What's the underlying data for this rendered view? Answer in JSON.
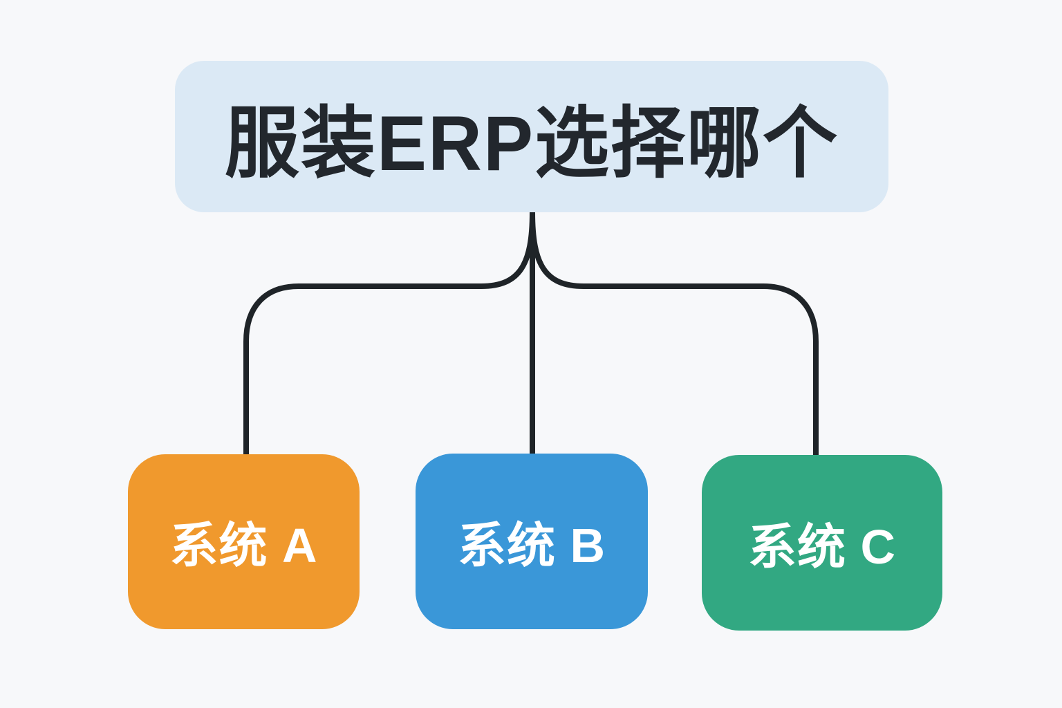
{
  "canvas": {
    "background": "#f7f8fa"
  },
  "diagram": {
    "title": {
      "label": "服装ERP选择哪个",
      "bg": "#dbe9f5",
      "text_color": "#22272d"
    },
    "connector_color": "#1f2428",
    "nodes": [
      {
        "id": "system-a",
        "label": "系统 A",
        "bg": "#f0992d",
        "text_color": "#ffffff"
      },
      {
        "id": "system-b",
        "label": "系统 B",
        "bg": "#3a97d8",
        "text_color": "#ffffff"
      },
      {
        "id": "system-c",
        "label": "系统 C",
        "bg": "#32a882",
        "text_color": "#ffffff"
      }
    ]
  }
}
